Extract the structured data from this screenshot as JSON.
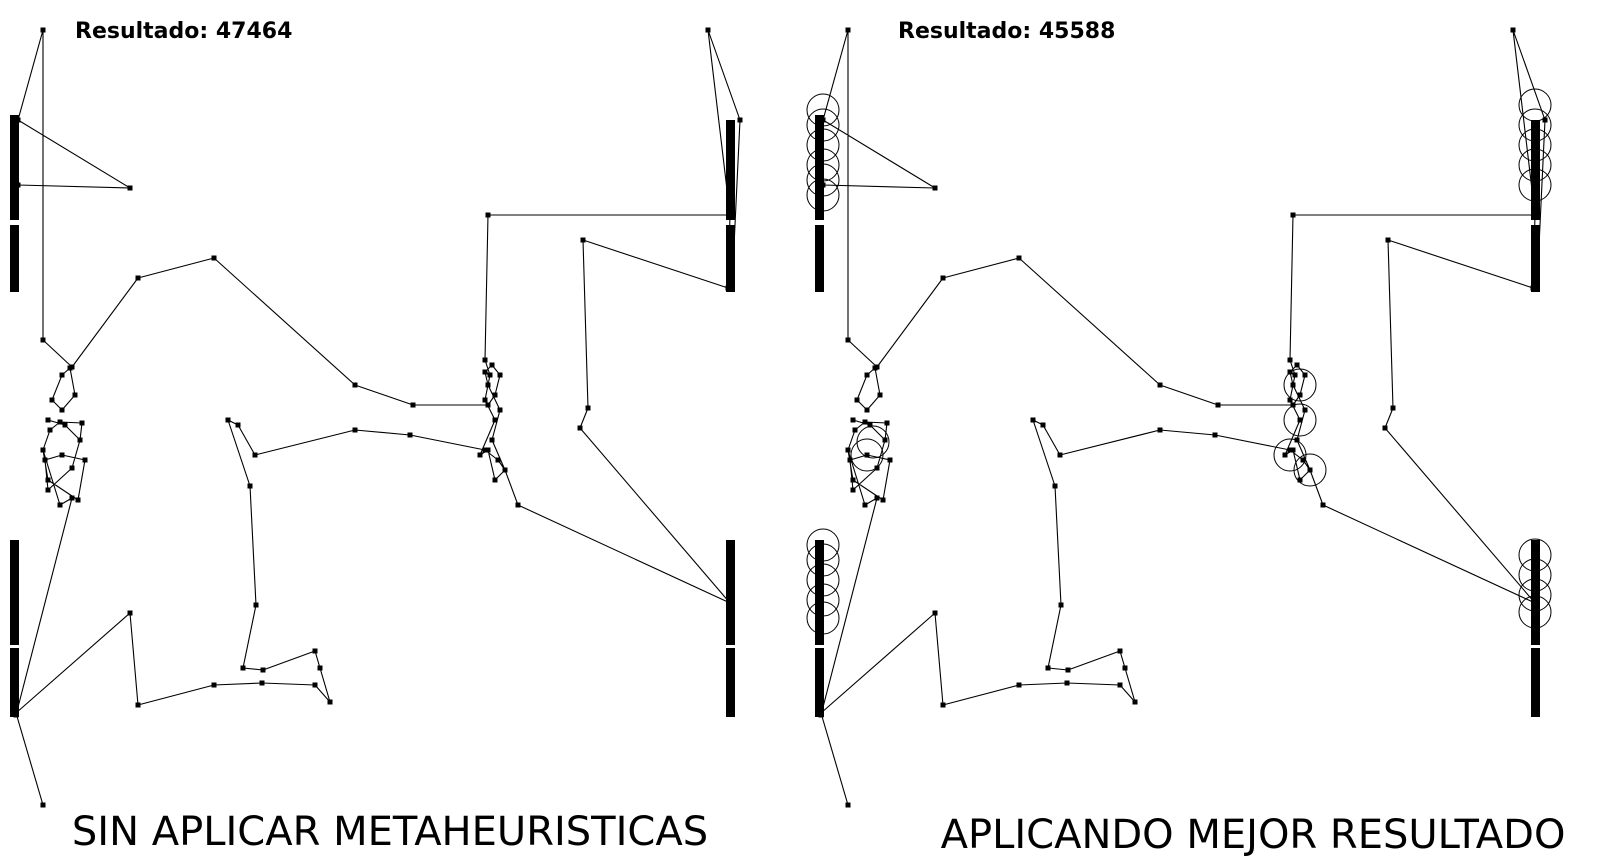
{
  "panels": [
    {
      "result_text": "Resultado: 47464",
      "caption": "SIN APLICAR METAHEURISTICAS"
    },
    {
      "result_text": "Resultado: 45588",
      "caption": "APLICANDO MEJOR RESULTADO"
    }
  ]
}
